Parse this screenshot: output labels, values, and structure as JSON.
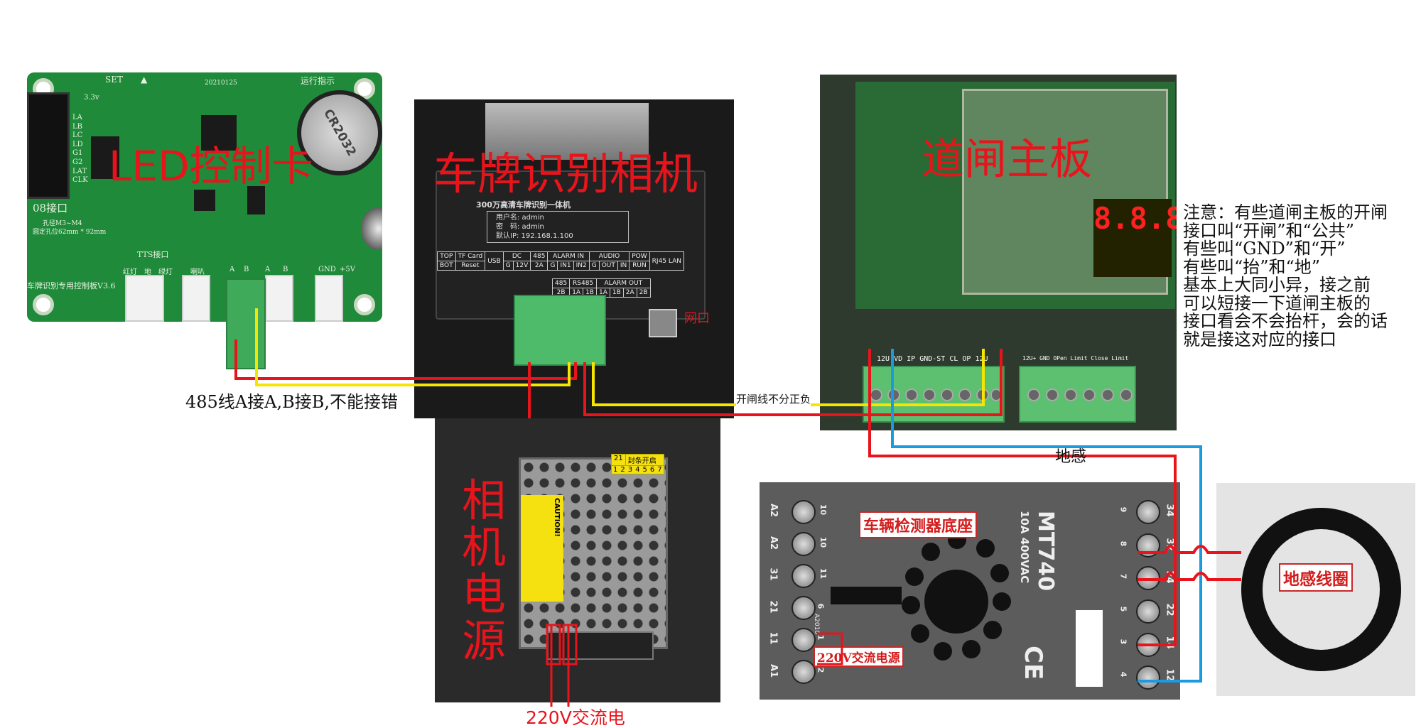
{
  "led_board": {
    "title": "LED控制卡",
    "date": "20210125",
    "set_btn": "SET",
    "up_btn": "▲",
    "run_indicator": "运行指示",
    "voltage": "3.3v",
    "pins": [
      "LA",
      "LB",
      "LC",
      "LD",
      "G1",
      "G2",
      "LAT",
      "CLK"
    ],
    "port08": "08接口",
    "hole_info": "孔径M3~M4",
    "mount_info": "圆定孔位62mm * 92mm",
    "tts": "TTS接口",
    "conn_labels": [
      "红灯",
      "地",
      "绿灯",
      "喇叭",
      "A",
      "B",
      "A",
      "B",
      "GND",
      "+5V"
    ],
    "board_name": "车牌识别专用控制板V3.6",
    "battery": "CR2032"
  },
  "camera": {
    "title": "车牌识别相机",
    "model": "300万高清车牌识别一体机",
    "user_line": "用户名: admin",
    "pass_line": "密　码: admin",
    "ip_line": "默认IP: 192.168.1.100",
    "ports": {
      "top": "TOP",
      "tf": "TF Card",
      "bot": "BOT",
      "reset": "Reset",
      "usb": "USB",
      "dc": "DC",
      "g": "G",
      "v12": "12V",
      "row1": [
        "485",
        "ALARM IN",
        "AUDIO"
      ],
      "row2": [
        "2A",
        "G",
        "IN1",
        "IN2",
        "G",
        "OUT",
        "IN"
      ],
      "row3": [
        "485",
        "RS485",
        "ALARM OUT"
      ],
      "row4": [
        "2B",
        "1A",
        "1B",
        "1A",
        "1B",
        "2A",
        "2B"
      ],
      "pow": "POW",
      "run": "RUN",
      "lan": "RJ45 LAN"
    },
    "net_port": "网口"
  },
  "gate_board": {
    "title": "道闸主板",
    "display": "8.8.8.",
    "terminals_left": "12U VD IP GND-ST CL OP 12U",
    "terminals_right": "12U+ GND OPen Limit Close Limit"
  },
  "note": [
    "注意：有些道闸主板的开闸",
    "接口叫“开闸”和“公共”",
    "有些叫“GND”和“开”",
    "有些叫“抬”和“地”",
    "基本上大同小异，接之前",
    "可以短接一下道闸主板的",
    "接口看会不会抬杆，会的话",
    "就是接这对应的接口"
  ],
  "labels": {
    "rs485": "485线A接A,B接B,不能接错",
    "gate_wire": "开闸线不分正负",
    "ground_sense": "地感",
    "ac_220": "220V交流电"
  },
  "psu": {
    "title": "相机电源",
    "caution": "CAUTION!",
    "sticker_num": "21",
    "sticker_text": "封条开启",
    "sticker_digits": [
      "1",
      "2",
      "3",
      "4",
      "5",
      "6",
      "7"
    ]
  },
  "detector": {
    "title": "车辆检测器底座",
    "model": "MT740",
    "rating": "10A 400VAC",
    "ac_label": "220V交流电源",
    "code": "A2010",
    "ce": "CE",
    "left_labels": [
      "A2",
      "A2",
      "31",
      "21",
      "11",
      "A1"
    ],
    "left_nums": [
      "10",
      "10",
      "11",
      "6",
      "1",
      "2"
    ],
    "right_labels": [
      "34",
      "32",
      "24",
      "22",
      "14",
      "12"
    ],
    "right_nums": [
      "9",
      "8",
      "7",
      "5",
      "3",
      "4"
    ]
  },
  "coil": {
    "title": "地感线圈"
  },
  "colors": {
    "red": "#e8141c",
    "yellow": "#f4e600",
    "blue": "#1a9be0"
  }
}
